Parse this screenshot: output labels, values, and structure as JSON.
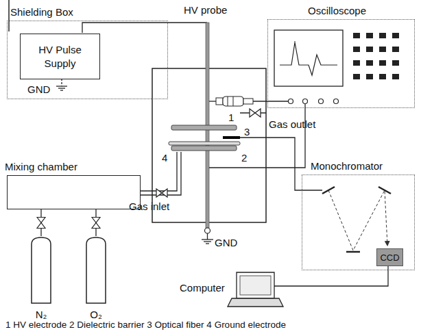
{
  "diagram": {
    "caption": "1 HV electrode 2 Dielectric barrier 3 Optical fiber 4 Ground electrode",
    "nodes": [
      {
        "text": [
          "Shielding Box"
        ]
      },
      {
        "text": [
          "HV Pulse Supply"
        ],
        "in": 0
      },
      {
        "text": [
          "Oscilloscope"
        ]
      },
      {
        "text": [
          "Mixing chamber"
        ]
      },
      {
        "text": [
          "N₂"
        ]
      },
      {
        "text": [
          "O₂"
        ]
      },
      {
        "text": [
          "Monochromator"
        ]
      },
      {
        "text": [
          "CCD"
        ],
        "in": 6
      }
    ],
    "edges": [
      {
        "from": 4,
        "to": 3,
        "arrow": "none"
      },
      {
        "from": 5,
        "to": 3,
        "arrow": "none"
      }
    ],
    "labels": [
      "HV probe",
      "GND",
      "Gas outlet",
      "1",
      "3",
      "2",
      "4",
      "Gas inlet",
      "GND",
      "Computer"
    ]
  }
}
